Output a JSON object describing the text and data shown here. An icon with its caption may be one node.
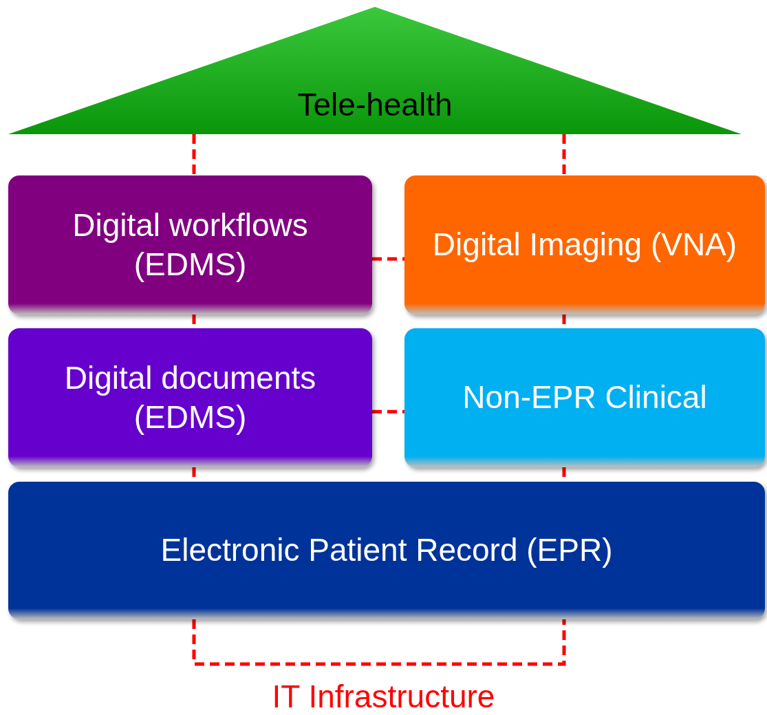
{
  "diagram": {
    "nodes": [
      {
        "text": [
          "Tele-health"
        ]
      },
      {
        "text": [
          "Digital workflows (EDMS)"
        ]
      },
      {
        "text": [
          "Digital Imaging (VNA)"
        ]
      },
      {
        "text": [
          "Digital documents (EDMS)"
        ]
      },
      {
        "text": [
          "Non-EPR Clinical"
        ]
      },
      {
        "text": [
          "Electronic Patient Record (EPR)"
        ]
      }
    ],
    "edges": [
      {
        "from": 0,
        "to": 1,
        "arrow": "none",
        "style": "dashed"
      },
      {
        "from": 0,
        "to": 2,
        "arrow": "none",
        "style": "dashed"
      },
      {
        "from": 1,
        "to": 2,
        "arrow": "none",
        "style": "dashed"
      },
      {
        "from": 1,
        "to": 3,
        "arrow": "none",
        "style": "dashed"
      },
      {
        "from": 2,
        "to": 4,
        "arrow": "none",
        "style": "dashed"
      },
      {
        "from": 3,
        "to": 4,
        "arrow": "none",
        "style": "dashed"
      },
      {
        "from": 3,
        "to": 5,
        "arrow": "none",
        "style": "dashed"
      },
      {
        "from": 4,
        "to": 5,
        "arrow": "none",
        "style": "dashed"
      }
    ],
    "labels": [
      "IT Infrastructure"
    ]
  }
}
